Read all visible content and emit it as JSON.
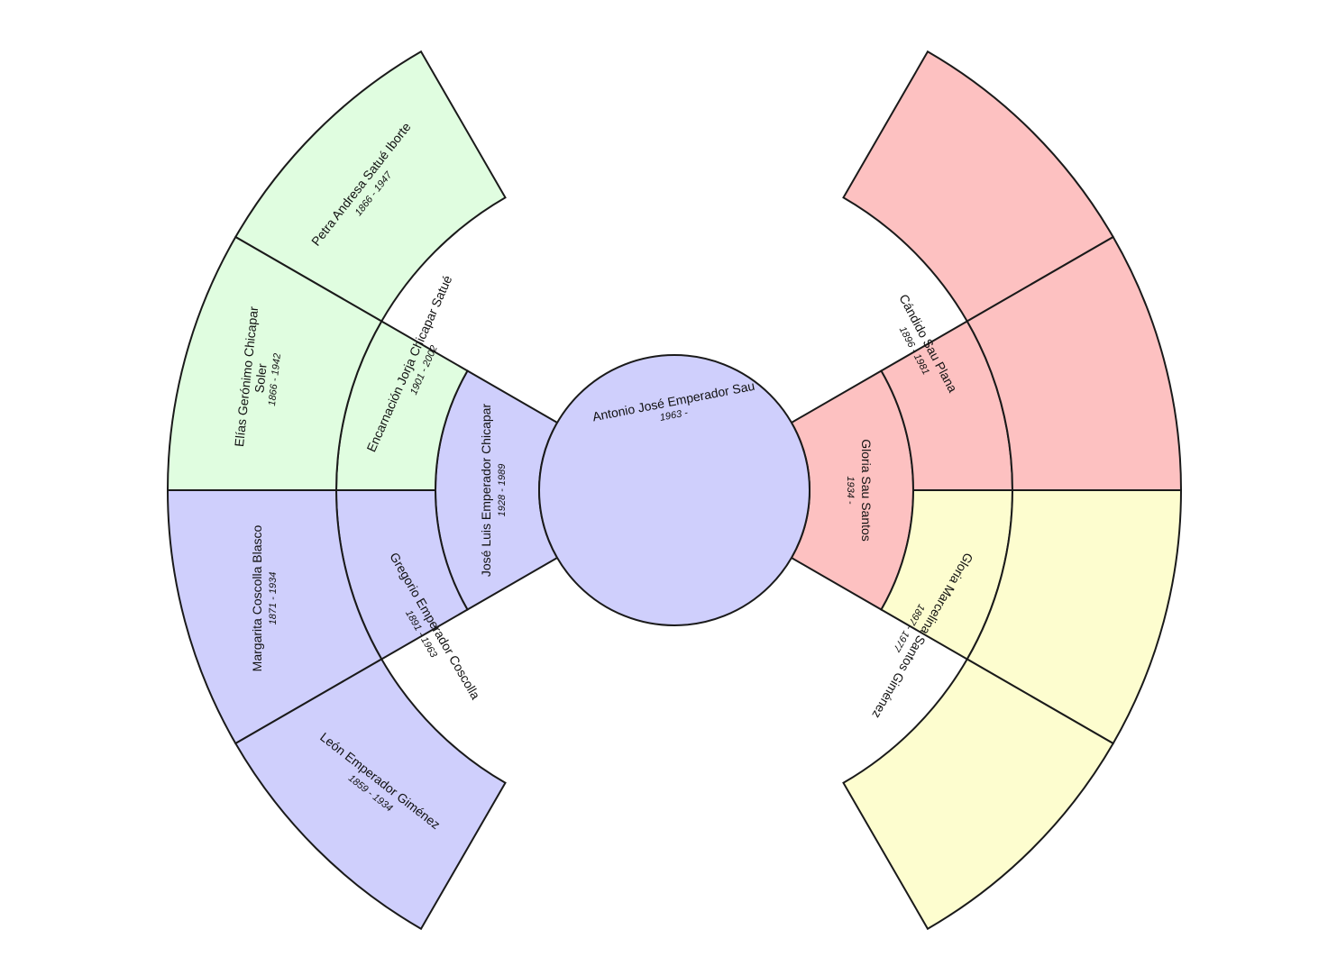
{
  "colors": {
    "blue": "#cfcffc",
    "green": "#e0fde0",
    "red": "#fdc1c1",
    "yellow": "#fdfdcf",
    "stroke": "#1a1a1a"
  },
  "root": {
    "name": "Antonio José Emperador Sau",
    "dates": "1963 -"
  },
  "people": [
    {
      "id": "father",
      "name": "José Luis Emperador Chicapar",
      "dates": "1928 - 1989"
    },
    {
      "id": "mother",
      "name": "Gloria Sau Santos",
      "dates": "1934 -"
    },
    {
      "id": "pat-grandmother",
      "name": "Encarnación Jorja Chicapar Satué",
      "dates": "1901 - 2002"
    },
    {
      "id": "pat-grandfather",
      "name": "Gregorio Emperador Coscolla",
      "dates": "1891 - 1963"
    },
    {
      "id": "mat-grandfather",
      "name": "Cándido Sau Plana",
      "dates": "1896 - 1981"
    },
    {
      "id": "mat-grandmother",
      "name": "Gloria Marcelina Santos Giménez",
      "dates": "1897 - 1977"
    },
    {
      "id": "gg-petra",
      "name": "Petra Andresa Satué Iborte",
      "dates": "1866 - 1947"
    },
    {
      "id": "gg-elias",
      "name": "Elías Gerónimo Chicapar Soler",
      "dates": "1866 - 1942"
    },
    {
      "id": "gg-margarita",
      "name": "Margarita Coscolla Blasco",
      "dates": "1871 - 1934"
    },
    {
      "id": "gg-leon",
      "name": "León Emperador Giménez",
      "dates": "1859 - 1934"
    }
  ]
}
